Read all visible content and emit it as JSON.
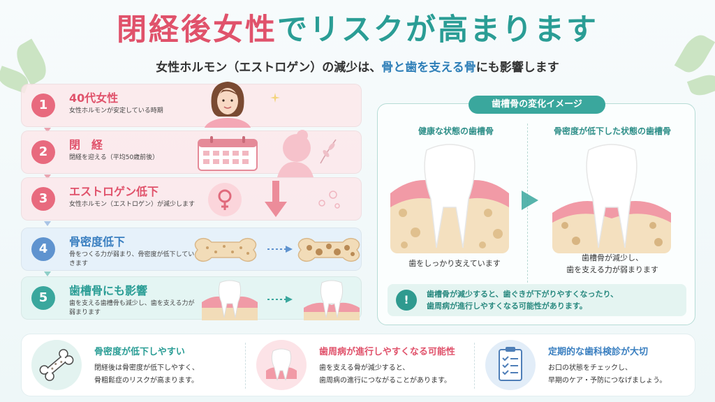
{
  "title": {
    "part1": "閉経後女性",
    "part2": "でリスクが高まります"
  },
  "subtitle": {
    "part1": "女性ホルモン（エストロゲン）の減少は、",
    "part2": "骨と歯を支える骨",
    "part3": "にも影響します"
  },
  "steps": [
    {
      "num": "1",
      "title": "40代女性",
      "desc": "女性ホルモンが安定している時期"
    },
    {
      "num": "2",
      "title": "閉　経",
      "desc": "閉経を迎える（平均50歳前後）"
    },
    {
      "num": "3",
      "title": "エストロゲン低下",
      "desc": "女性ホルモン（エストロゲン）が減少します"
    },
    {
      "num": "4",
      "title": "骨密度低下",
      "desc": "骨をつくる力が弱まり、骨密度が低下していきます"
    },
    {
      "num": "5",
      "title": "歯槽骨にも影響",
      "desc": "歯を支える歯槽骨も減少し、歯を支える力が弱まります"
    }
  ],
  "panel": {
    "title": "歯槽骨の変化イメージ",
    "left_label": "健康な状態の歯槽骨",
    "right_label": "骨密度が低下した状態の歯槽骨",
    "left_caption": "歯をしっかり支えています",
    "right_caption_1": "歯槽骨が減少し、",
    "right_caption_2": "歯を支える力が弱まります",
    "note_icon": "!",
    "note_1": "歯槽骨が減少すると、歯ぐきが下がりやすくなったり、",
    "note_2": "歯周病が進行しやすくなる可能性があります。"
  },
  "bottom": [
    {
      "title": "骨密度が低下しやすい",
      "desc1": "閉経後は骨密度が低下しやすく、",
      "desc2": "骨粗鬆症のリスクが高まります。",
      "icon": "bone-icon"
    },
    {
      "title": "歯周病が進行しやすくなる可能性",
      "desc1": "歯を支える骨が減少すると、",
      "desc2": "歯周病の進行につながることがあります。",
      "icon": "tooth-icon"
    },
    {
      "title": "定期的な歯科検診が大切",
      "desc1": "お口の状態をチェックし、",
      "desc2": "早期のケア・予防につなげましょう。",
      "icon": "checklist-icon"
    }
  ],
  "colors": {
    "pink": "#e0526b",
    "teal": "#2a9d95",
    "blue": "#3a7fc0"
  }
}
